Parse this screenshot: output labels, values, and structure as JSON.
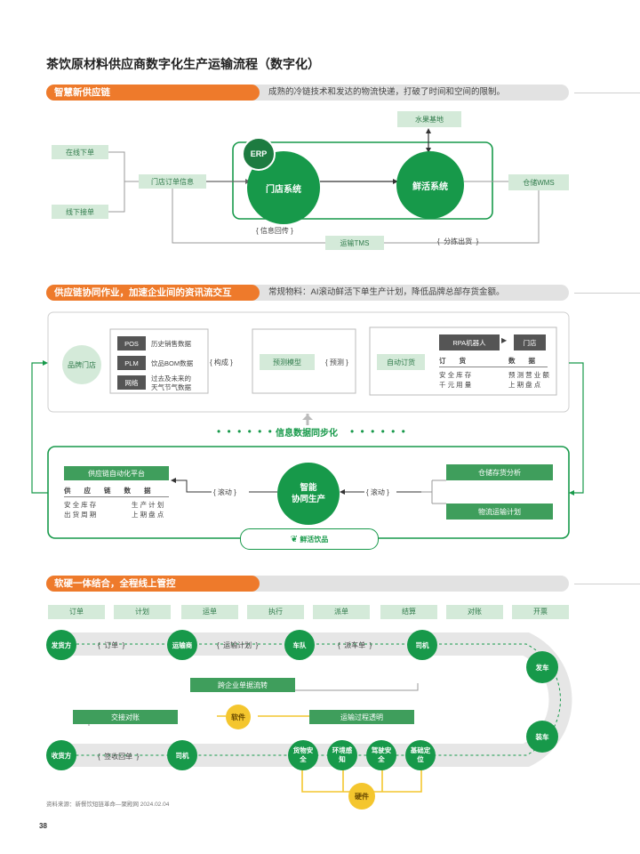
{
  "title": "茶饮原材料供应商数字化生产运输流程（数字化）",
  "section1": {
    "tag": "智慧新供应链",
    "desc": "成熟的冷链技术和发达的物流快递，打破了时间和空间的限制。",
    "online_order": "在线下单",
    "offline_order": "线下接单",
    "store_order_info": "门店订单信息",
    "erp": "ERP",
    "store_system": "门店系统",
    "fresh_system": "鲜活系统",
    "fruit_base": "水果基地",
    "wms": "仓储WMS",
    "tms": "运输TMS",
    "info_return": "信息回传",
    "sort_ship": "分拣出货"
  },
  "section2": {
    "tag": "供应链协同作业，加速企业间的资讯流交互",
    "desc": "常规物料：AI滚动鲜活下单生产计划，降低品牌总部存货金额。",
    "brand_store": "品牌门店",
    "pos": "POS",
    "pos_desc": "历史销售数据",
    "plm": "PLM",
    "plm_desc": "饮品BOM数据",
    "net": "网络",
    "net_desc_1": "过去及未来的",
    "net_desc_2": "天气节气数据",
    "compose": "构成",
    "predict_model": "预测模型",
    "predict": "预测",
    "auto_order": "自动订货",
    "rpa": "RPA机器人",
    "store": "门店",
    "order_head": "订　　货",
    "data_head": "数　　据",
    "safety_stock": "安 全 库 存",
    "thousand_usage": "千 元 用 量",
    "forecast_revenue": "预 测 营 业 额",
    "last_inventory": "上 期 盘 点",
    "sync": "信息数据同步化",
    "sc_platform": "供应链自动化平台",
    "supply_head": "供　　应　　链　　数　　据",
    "safety_stock2": "安 全 库 存",
    "ship_cycle": "出 货 周 期",
    "prod_plan": "生 产 计 划",
    "last_inventory2": "上 期 盘 点",
    "rolling_l": "滚动",
    "rolling_r": "滚动",
    "smart_prod_1": "智能",
    "smart_prod_2": "协同生产",
    "warehouse_analysis": "仓储存货分析",
    "logistics_plan": "物流运输计划",
    "logo": "鲜活饮品"
  },
  "section3": {
    "tag": "软硬一体结合，全程线上管控",
    "steps": [
      "订单",
      "计划",
      "运单",
      "执行",
      "派单",
      "结算",
      "对账",
      "开票"
    ],
    "shipper": "发货方",
    "carrier": "运输商",
    "fleet": "车队",
    "driver_top": "司机",
    "depart": "发车",
    "loading": "装车",
    "receiver": "收货方",
    "driver_bottom": "司机",
    "goods_safe": "货物安全",
    "env_sense": "环境感知",
    "driving_safe": "驾驶安全",
    "base_locate": "基础定位",
    "order_lbl": "订单",
    "transport_plan": "运输计划",
    "dispatch_order": "派车单",
    "cross_enterprise": "跨企业单据流转",
    "handover": "交接对账",
    "software": "软件",
    "transparent": "运输过程透明",
    "sign_back": "签收回单",
    "hardware": "硬件"
  },
  "source": "资料来源：新餐饮短链革命—聚殿网 2024.02.04",
  "page_number": "38",
  "colors": {
    "orange": "#ee7a2b",
    "green": "#17994a",
    "light_green": "#d4ead9",
    "yellow": "#f4c62e"
  }
}
